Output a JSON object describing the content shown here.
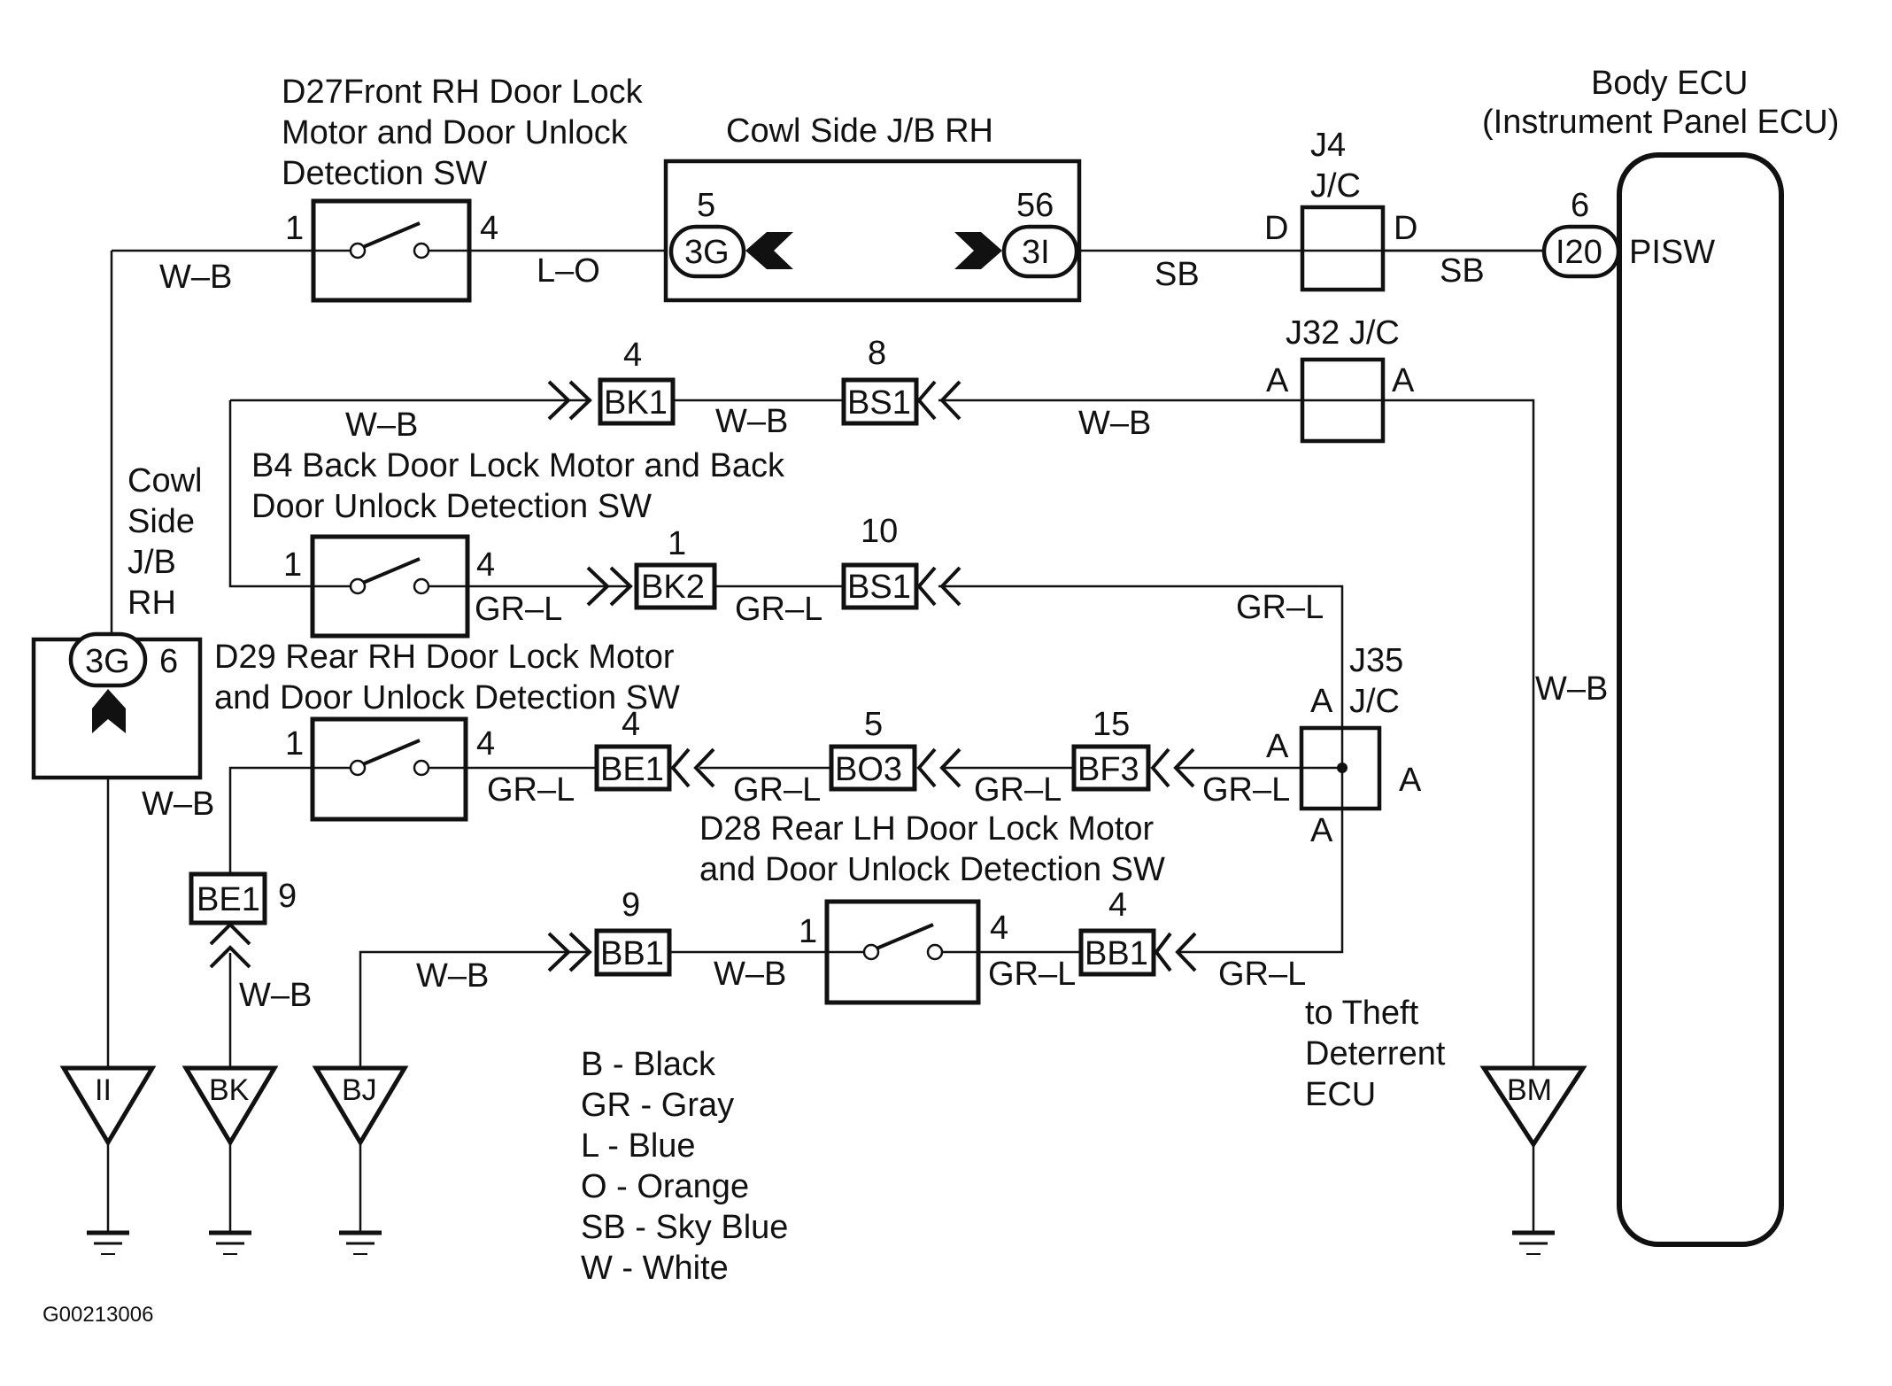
{
  "components": {
    "d27": {
      "lines": [
        "D27Front RH Door Lock",
        "Motor and Door Unlock",
        "Detection SW"
      ],
      "pin_left": "1",
      "pin_right": "4"
    },
    "cowl_jb_rh_top": {
      "title": "Cowl Side J/B RH",
      "left_pin": "5",
      "left_connector": "3G",
      "right_pin": "56",
      "right_connector": "3I"
    },
    "j4": {
      "title": "J4",
      "subtitle": "J/C",
      "left": "D",
      "right": "D"
    },
    "body_ecu": {
      "title": "Body ECU",
      "subtitle": "(Instrument Panel ECU)",
      "pin": "6",
      "connector": "I20",
      "terminal": "PISW"
    },
    "j32": {
      "title": "J32 J/C",
      "left": "A",
      "right": "A"
    },
    "b4": {
      "lines": [
        "B4 Back Door Lock Motor and Back",
        "Door Unlock Detection SW"
      ],
      "pin_left": "1",
      "pin_right": "4"
    },
    "cowl_jb_rh_left": {
      "lines": [
        "Cowl",
        "Side",
        "J/B",
        "RH"
      ],
      "connector": "3G",
      "pin": "6"
    },
    "d29": {
      "lines": [
        "D29 Rear RH Door Lock Motor",
        "and Door Unlock Detection SW"
      ],
      "pin_left": "1",
      "pin_right": "4"
    },
    "j35": {
      "title": "J35",
      "subtitle": "J/C",
      "top": "A",
      "left": "A",
      "right": "A",
      "bottom": "A"
    },
    "d28": {
      "lines": [
        "D28 Rear LH Door Lock Motor",
        "and Door Unlock Detection SW"
      ],
      "pin_left": "1",
      "pin_right": "4"
    },
    "theft": {
      "lines": [
        "to Theft",
        "Deterrent",
        "ECU"
      ]
    }
  },
  "connectors": {
    "bk1": {
      "label": "BK1",
      "pin": "4"
    },
    "bs1_top": {
      "label": "BS1",
      "pin": "8"
    },
    "bk2": {
      "label": "BK2",
      "pin": "1"
    },
    "bs1_mid": {
      "label": "BS1",
      "pin": "10"
    },
    "be1_row": {
      "label": "BE1",
      "pin": "4"
    },
    "bo3": {
      "label": "BO3",
      "pin": "5"
    },
    "bf3": {
      "label": "BF3",
      "pin": "15"
    },
    "be1_vert": {
      "label": "BE1",
      "pin": "9"
    },
    "bb1_left": {
      "label": "BB1",
      "pin": "9"
    },
    "bb1_right": {
      "label": "BB1",
      "pin": "4"
    }
  },
  "wires": {
    "top_left": "W–B",
    "top_lo": "L–O",
    "top_sb1": "SB",
    "top_sb2": "SB",
    "row2_a": "W–B",
    "row2_b": "W–B",
    "row2_c": "W–B",
    "row3_a": "GR–L",
    "row3_b": "GR–L",
    "row3_c": "GR–L",
    "ecu_vert": "W–B",
    "row4_left": "W–B",
    "row4_a": "GR–L",
    "row4_b": "GR–L",
    "row4_c": "GR–L",
    "row4_d": "GR–L",
    "be1_vert": "W–B",
    "row5_a": "W–B",
    "row5_b": "W–B",
    "row5_c": "GR–L",
    "row5_d": "GR–L"
  },
  "grounds": [
    "II",
    "BK",
    "BJ",
    "BM"
  ],
  "legend": [
    "B - Black",
    "GR - Gray",
    "L - Blue",
    "O - Orange",
    "SB - Sky Blue",
    "W - White"
  ],
  "figure_id": "G00213006"
}
